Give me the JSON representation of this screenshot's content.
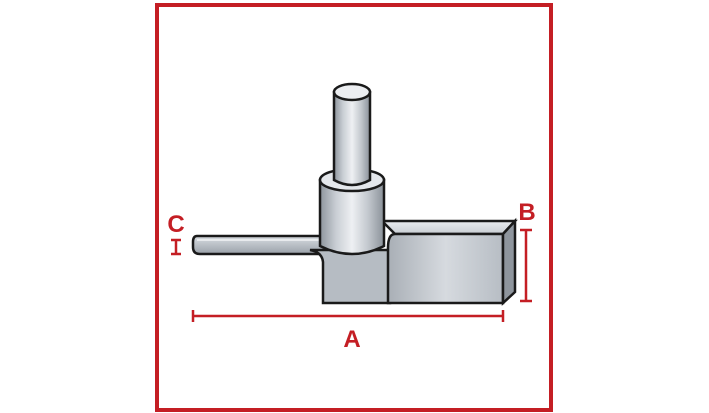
{
  "labels": {
    "a": "A",
    "b": "B",
    "c": "C"
  },
  "colors": {
    "frame": "#c41e24",
    "dimension": "#c41e24",
    "outline": "#1a1a1a",
    "metal_light": "#dfe3e8",
    "metal_mid": "#b9bfc6",
    "metal_dark": "#8e959d",
    "background": "#ffffff"
  }
}
